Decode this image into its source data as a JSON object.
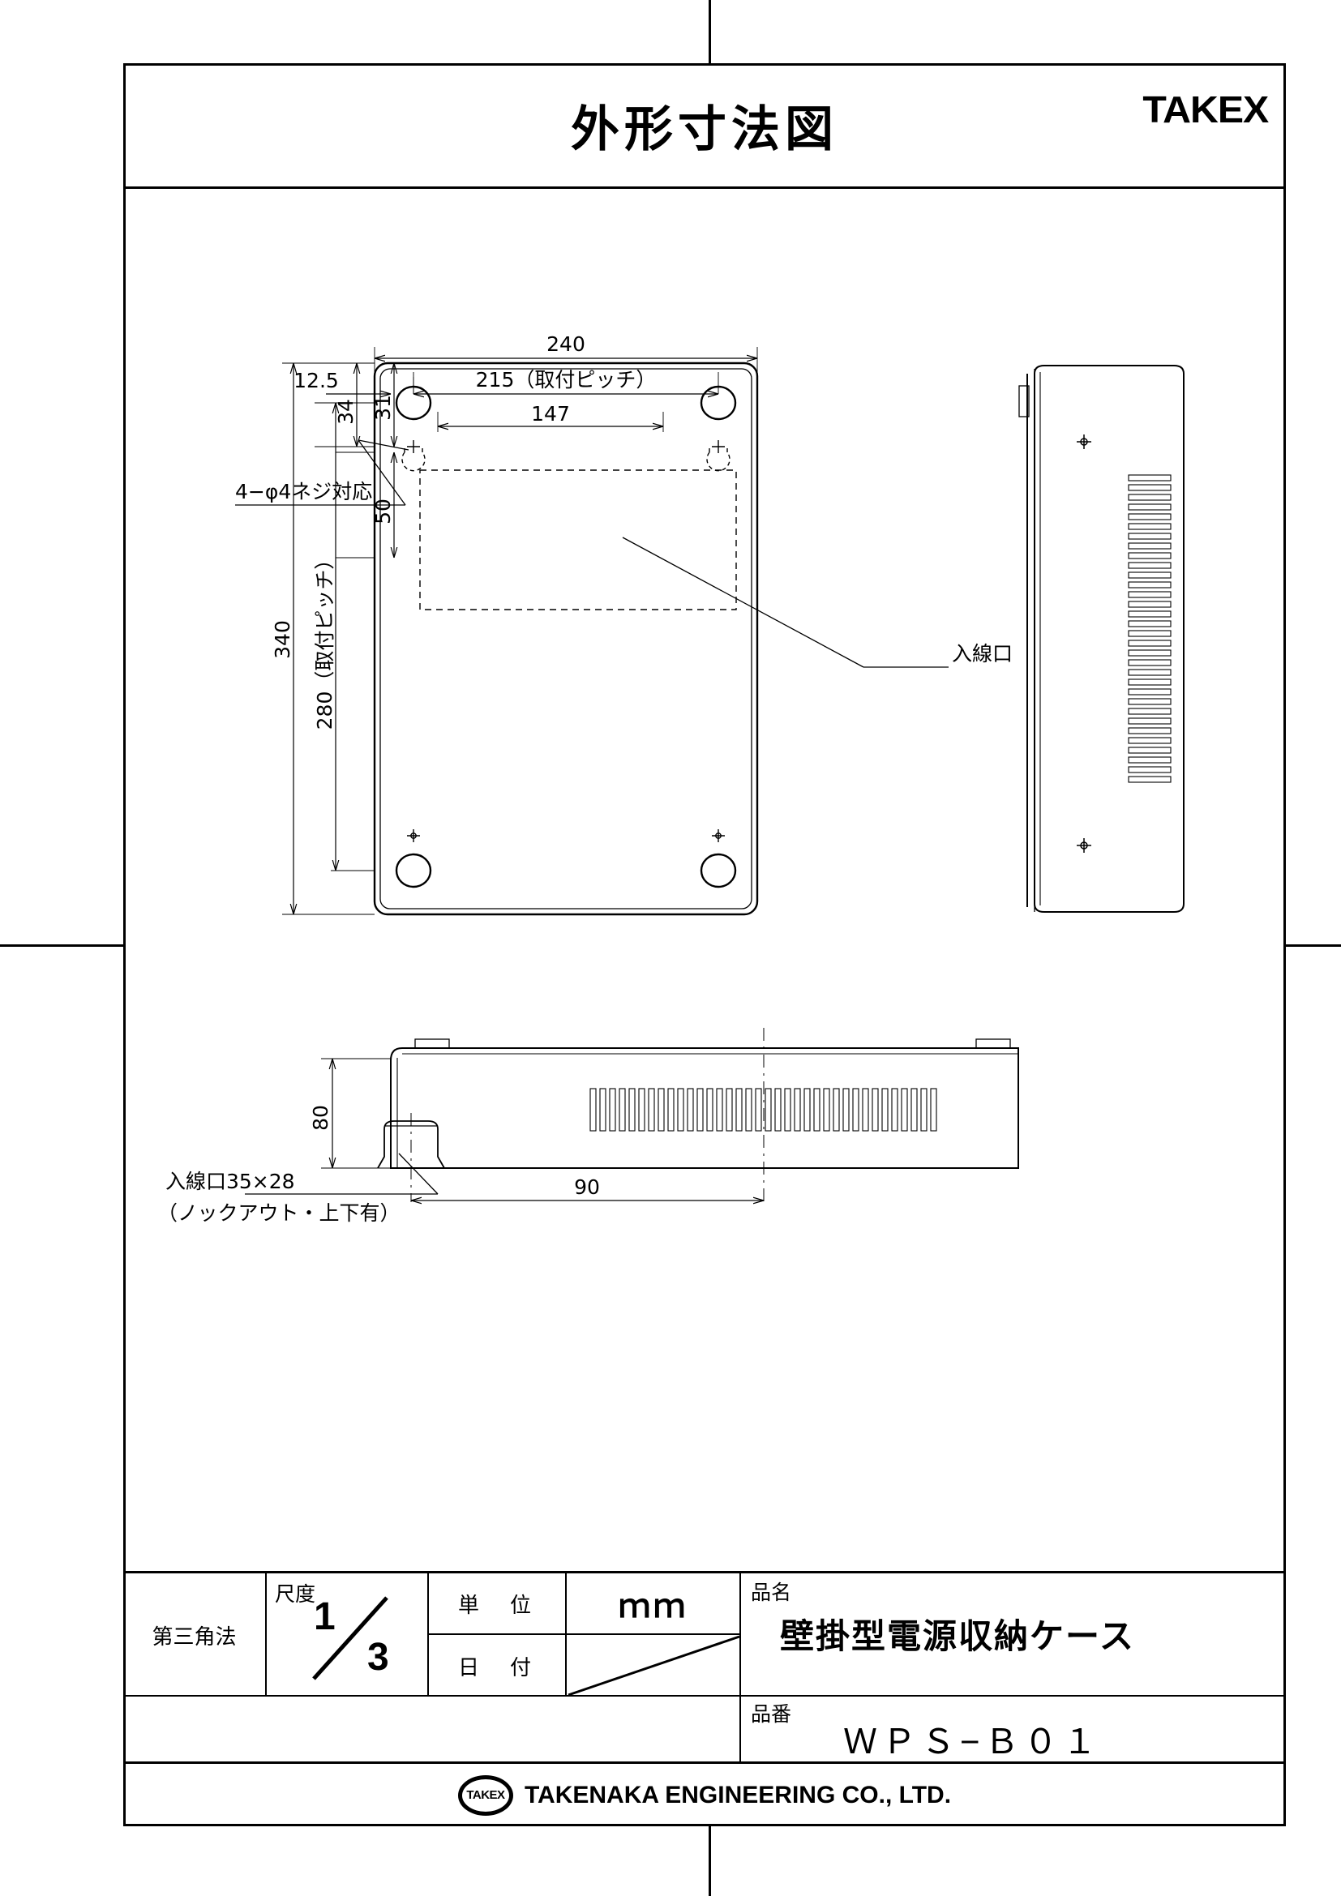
{
  "document": {
    "title": "外形寸法図",
    "brand_logo": "TAKEX"
  },
  "views": {
    "front": {
      "name": "front-view",
      "callouts": {
        "screw_note": "4−φ4ネジ対応",
        "inlet": "入線口"
      },
      "dimensions": {
        "width_overall": "240",
        "left_offset": "12.5",
        "mount_pitch_h": "215（取付ピッチ）",
        "inner_width": "147",
        "top_1": "34",
        "top_2": "31",
        "top_3": "50",
        "height_overall": "340",
        "mount_pitch_v": "280（取付ピッチ）"
      }
    },
    "side": {
      "name": "side-view"
    },
    "bottom": {
      "name": "bottom-view",
      "dimensions": {
        "depth": "80",
        "inlet_x": "90"
      },
      "callouts": {
        "inlet_size": "入線口35×28",
        "knockout": "（ノックアウト・上下有）"
      }
    }
  },
  "title_block": {
    "projection": "第三角法",
    "scale_label": "尺度",
    "scale_num": "1",
    "scale_den": "3",
    "unit_label": "単　位",
    "unit_value": "ｍｍ",
    "date_label": "日　付",
    "date_value": "",
    "product_name_label": "品名",
    "product_name": "壁掛型電源収納ケース",
    "part_no_label": "品番",
    "part_no": "ＷＰＳ−Ｂ０１"
  },
  "footer": {
    "logo_text": "TAKEX",
    "company": "TAKENAKA ENGINEERING CO., LTD."
  },
  "colors": {
    "ink": "#000000",
    "paper": "#ffffff"
  }
}
